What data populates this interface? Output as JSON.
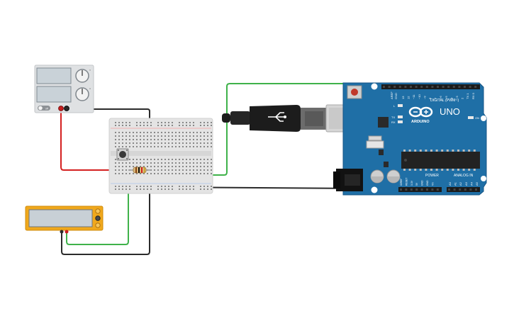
{
  "arduino": {
    "brand": "ARDUINO",
    "model": "UNO",
    "digital_label": "DIGITAL (PWM~)",
    "power_label": "POWER",
    "analog_label": "ANALOG IN",
    "on_label": "ON",
    "led_l": "L",
    "led_tx": "TX",
    "led_rx": "RX",
    "aref_label": "AREF",
    "gnd_label": "GND",
    "top_pins": [
      "13",
      "12",
      "~11",
      "~10",
      "~9",
      "8",
      "7",
      "~6",
      "~5",
      "4",
      "~3",
      "2",
      "TX 1",
      "RX 0"
    ],
    "power_pins": [
      "IOREF",
      "RESET",
      "3.3V",
      "5V",
      "GND",
      "GND",
      "Vin"
    ],
    "analog_pins": [
      "A0",
      "A1",
      "A2",
      "A3",
      "A4",
      "A5"
    ]
  },
  "power_supply": {
    "switch_label": "off"
  },
  "colors": {
    "board_blue": "#1f6fa6",
    "wire_red": "#d42020",
    "wire_green": "#3fb24a",
    "wire_black": "#2b2b2b",
    "multimeter_frame": "#f0a81c",
    "lcd_gray": "#c8d0d6"
  },
  "components": [
    "power-supply",
    "breadboard",
    "pushbutton",
    "resistor",
    "multimeter",
    "usb-cable",
    "arduino-uno"
  ]
}
